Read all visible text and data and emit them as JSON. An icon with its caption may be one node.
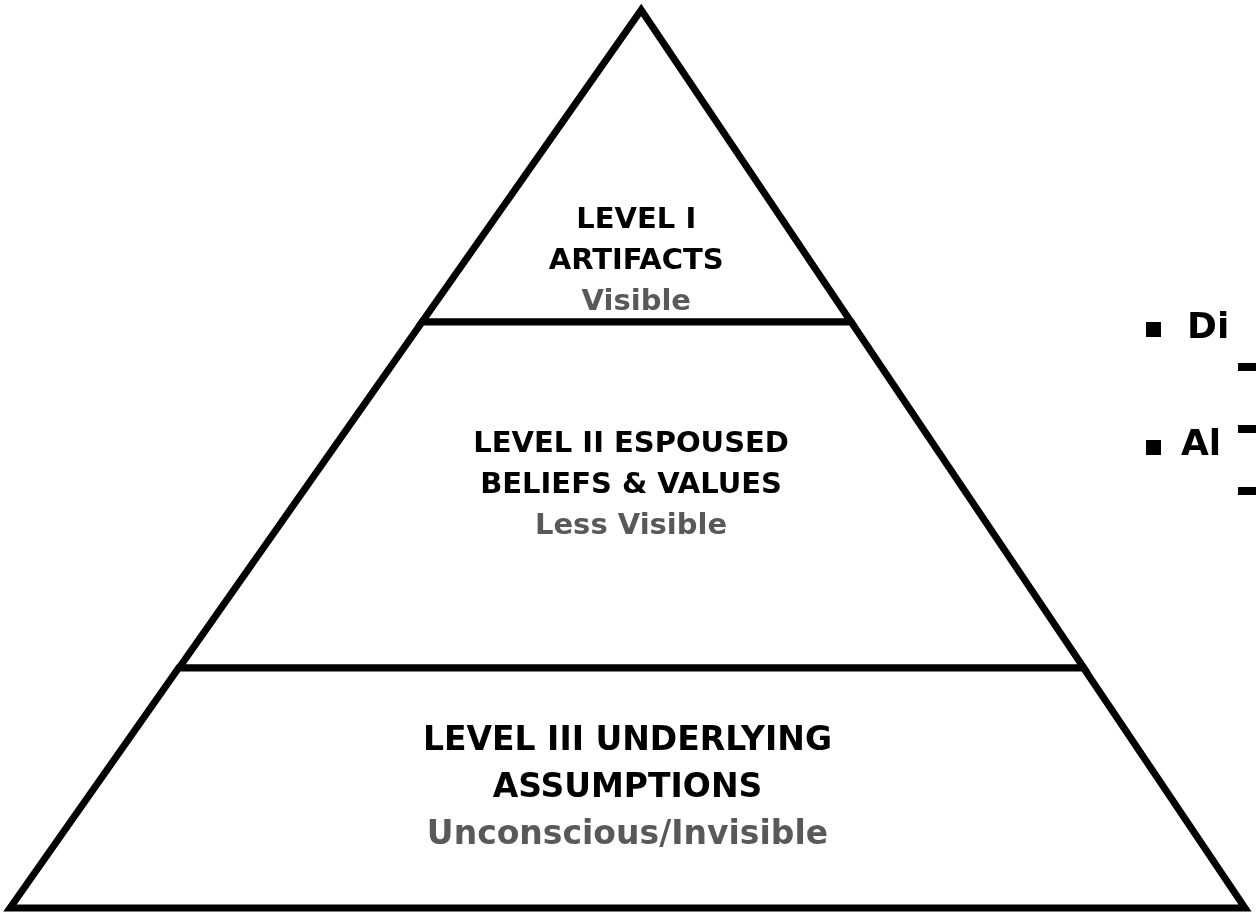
{
  "diagram": {
    "nodes": [
      {
        "text": [
          "LEVEL I ARTIFACTS",
          "Visible"
        ]
      },
      {
        "text": [
          "LEVEL II ESPOUSED BELIEFS & VALUES",
          "Less Visible"
        ]
      },
      {
        "text": [
          "LEVEL III UNDERLYING ASSUMPTIONS",
          "Unconscious/Invisible"
        ]
      }
    ],
    "labels": [
      "Di",
      "Al"
    ]
  }
}
